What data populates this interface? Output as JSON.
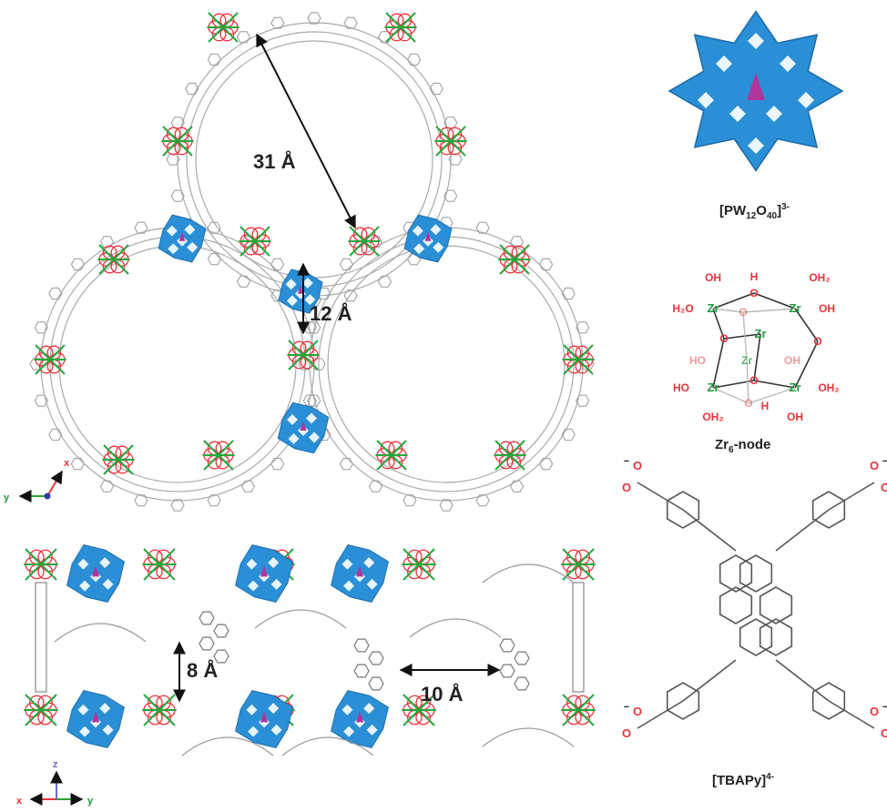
{
  "top_view": {
    "pore_label": "31 Å",
    "channel_label": "12 Å",
    "axes": {
      "x": "x",
      "y": "y"
    }
  },
  "side_view": {
    "gap_label": "8 Å",
    "width_label": "10 Å",
    "axes": {
      "x": "x",
      "y": "y",
      "z": "z"
    }
  },
  "pom": {
    "label_main": "[PW",
    "sub1": "12",
    "mid": "O",
    "sub2": "40",
    "close": "]",
    "sup": "3-"
  },
  "zr_node": {
    "label_main": "Zr",
    "label_sub": "6",
    "label_rest": "-node",
    "atoms": {
      "zr": "Zr",
      "o": "O",
      "h": "H",
      "oh": "OH",
      "ho": "HO",
      "oh2": "OH",
      "h2o": "H",
      "two": "2",
      "o_after": "O"
    }
  },
  "linker": {
    "label": "[TBAPy]",
    "sup": "4-",
    "o": "O",
    "minus": "−"
  },
  "colors": {
    "pom_blue": "#2a8fd6",
    "oxygen_red": "#e8333a",
    "zr_green": "#22a83c",
    "frame_gray": "#9a9a9a"
  }
}
